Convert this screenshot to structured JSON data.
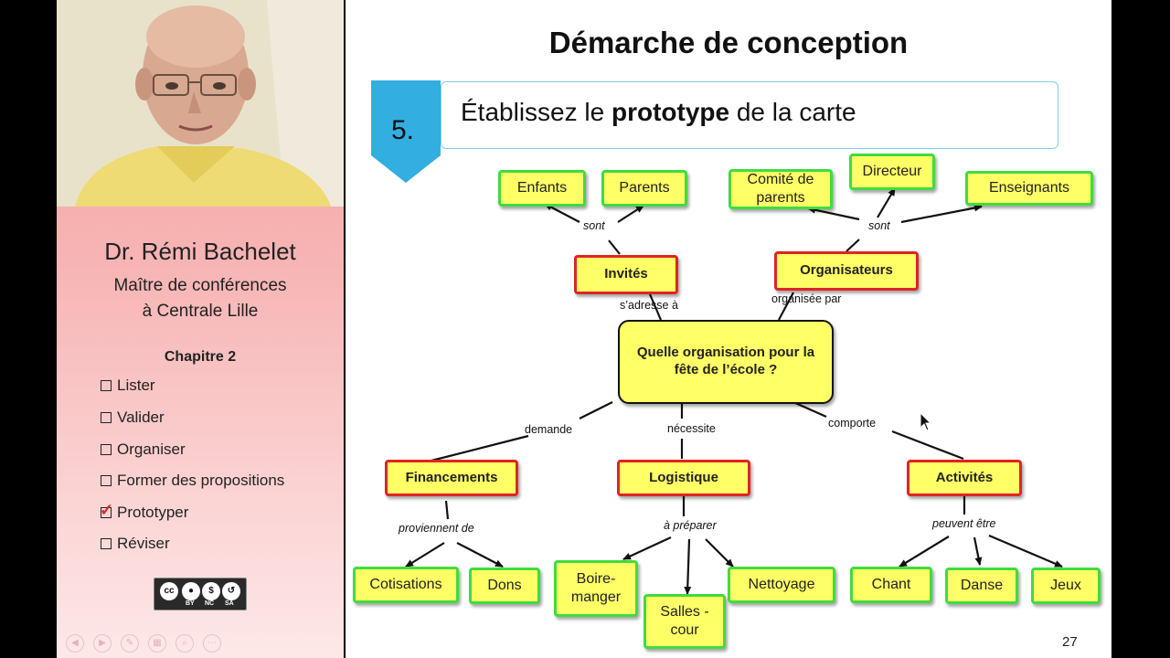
{
  "lecturer": {
    "name": "Dr. Rémi Bachelet",
    "role_line1": "Maître de conférences",
    "role_line2": "à Centrale Lille"
  },
  "chapter": {
    "title": "Chapitre 2",
    "items": [
      {
        "label": "Lister",
        "checked": false
      },
      {
        "label": "Valider",
        "checked": false
      },
      {
        "label": "Organiser",
        "checked": false
      },
      {
        "label": "Former des propositions",
        "checked": false
      },
      {
        "label": "Prototyper",
        "checked": true
      },
      {
        "label": "Réviser",
        "checked": false
      }
    ]
  },
  "license": {
    "main": "cc",
    "parts": [
      "BY",
      "NC",
      "SA"
    ]
  },
  "slide": {
    "title": "Démarche de conception",
    "step_number": "5.",
    "step_text_before": "Établissez le ",
    "step_text_bold": "prototype",
    "step_text_after": " de la carte",
    "page_number": "27"
  },
  "map": {
    "center": "Quelle organisation pour la fête de l’école ?",
    "categories": {
      "invites": "Invités",
      "organisateurs": "Organisateurs",
      "financements": "Financements",
      "logistique": "Logistique",
      "activites": "Activités"
    },
    "leaves": {
      "enfants": "Enfants",
      "parents": "Parents",
      "comite": "Comité de parents",
      "directeur": "Directeur",
      "enseignants": "Enseignants",
      "cotisations": "Cotisations",
      "dons": "Dons",
      "boire": "Boire-manger",
      "salles": "Salles - cour",
      "nettoyage": "Nettoyage",
      "chant": "Chant",
      "danse": "Danse",
      "jeux": "Jeux"
    },
    "links": {
      "sont_1": "sont",
      "sont_2": "sont",
      "sadresse": "s’adresse à",
      "organisee": "organisée par",
      "demande": "demande",
      "necessite": "nécessite",
      "comporte": "comporte",
      "proviennent": "proviennent de",
      "preparer": "à préparer",
      "peuvent": "peuvent être"
    }
  }
}
